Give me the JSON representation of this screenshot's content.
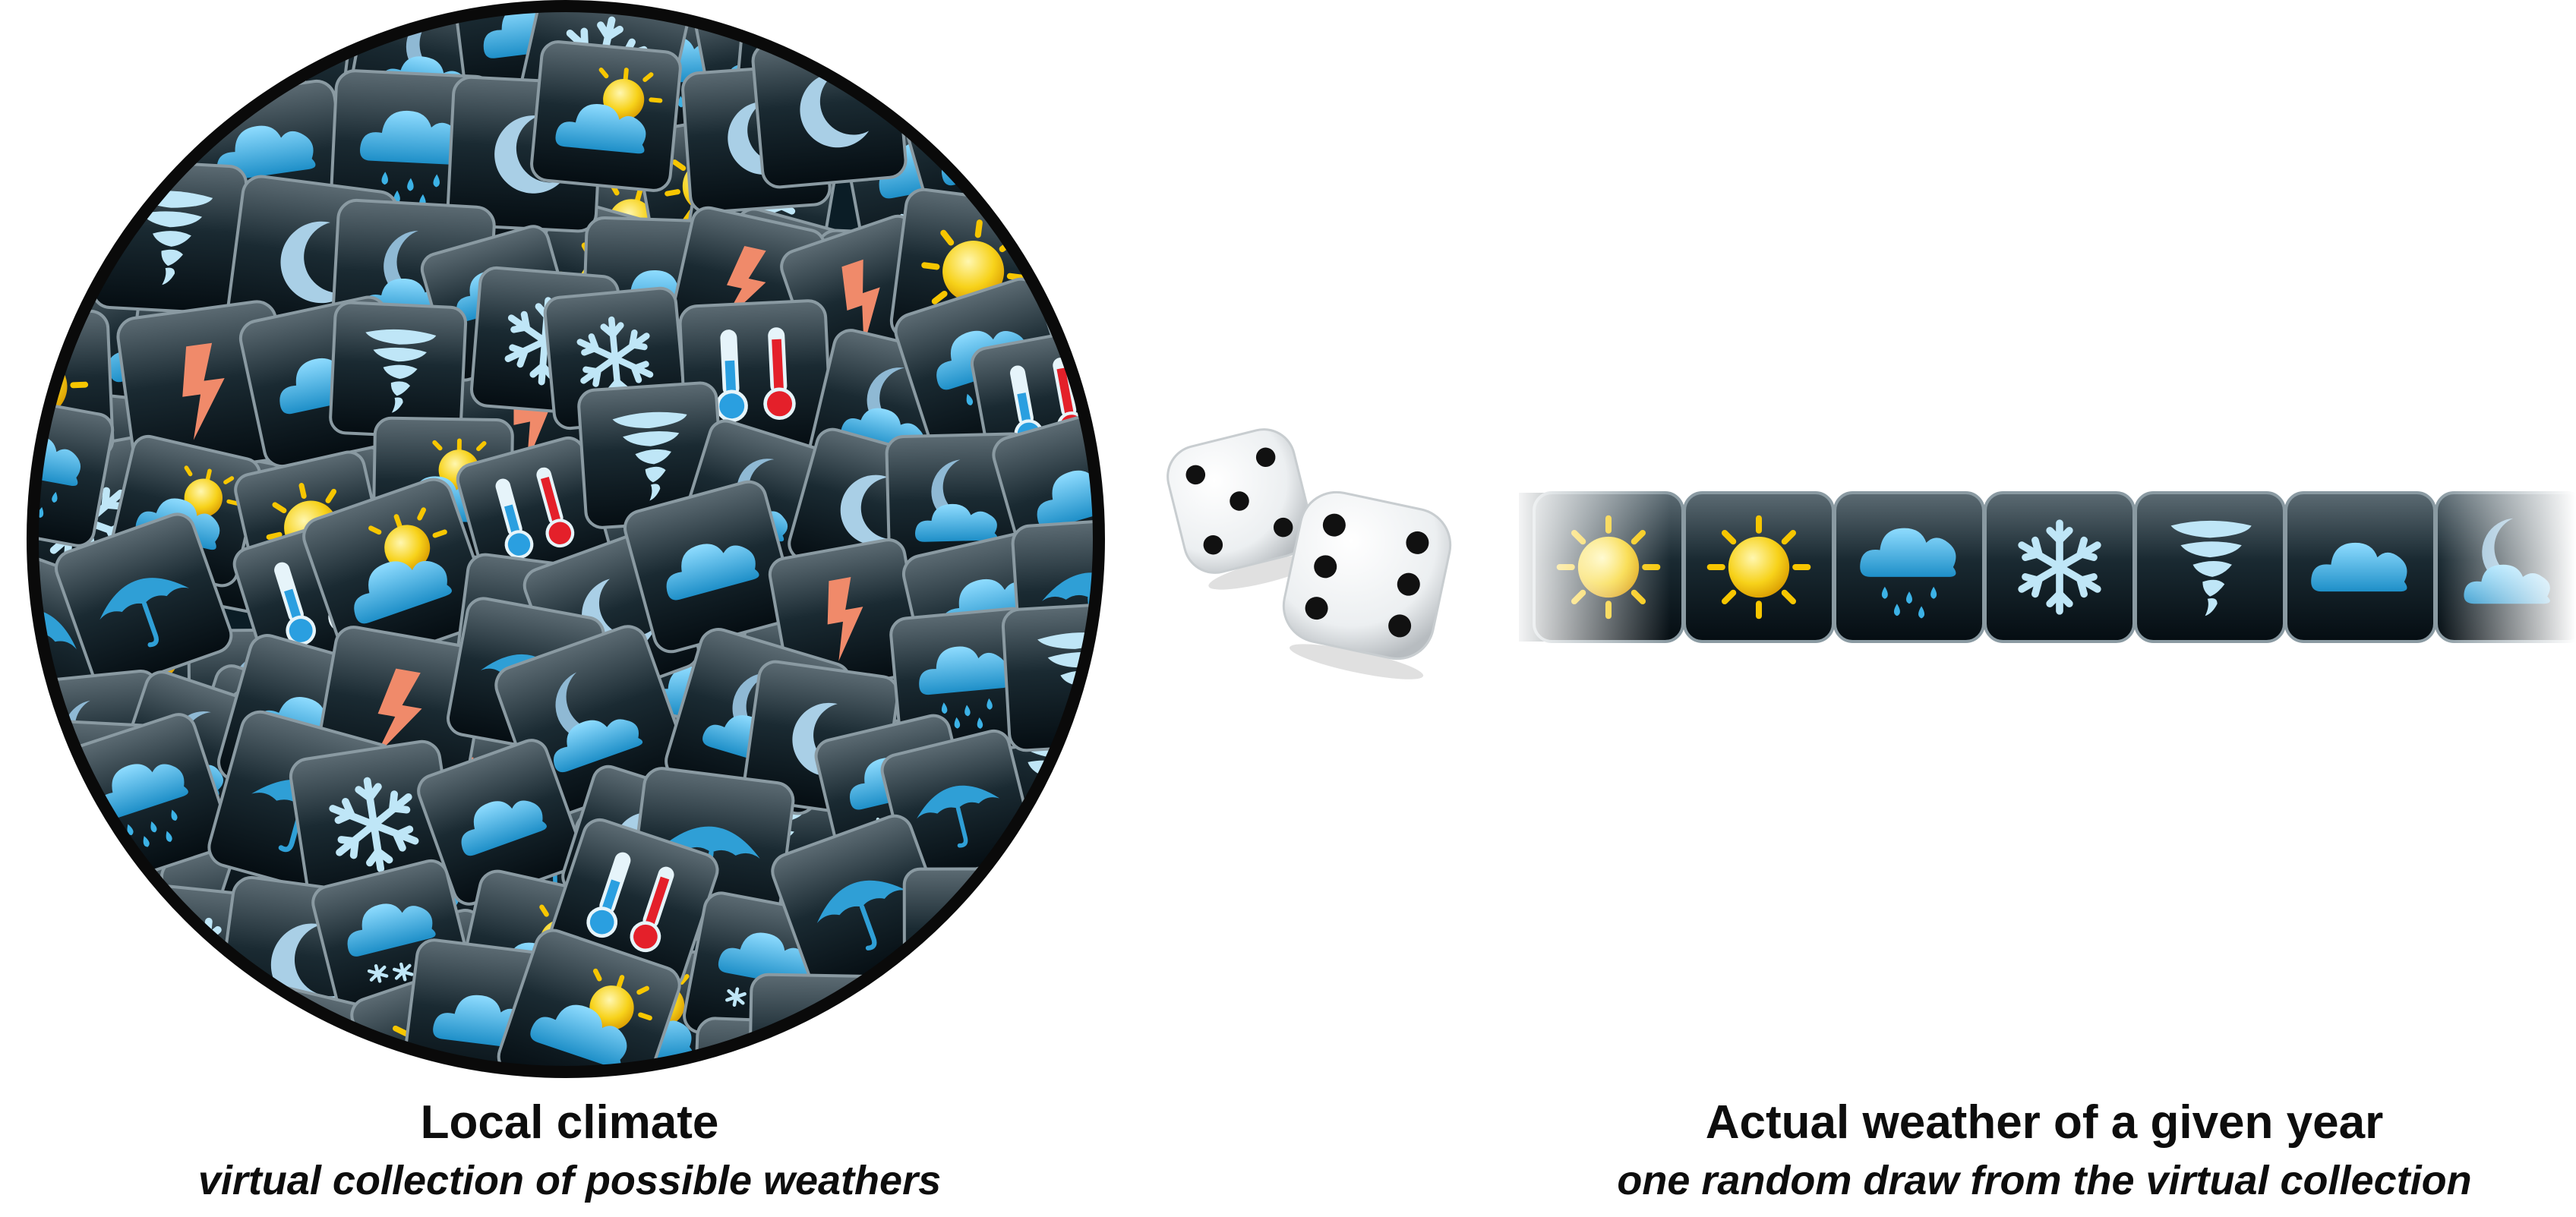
{
  "left_panel": {
    "title": "Local climate",
    "subtitle": "virtual collection of possible weathers",
    "tile_icons": [
      "sun-icon",
      "moon-icon",
      "cloud-icon",
      "rain-cloud-icon",
      "snow-cloud-icon",
      "snowflake-icon",
      "umbrella-icon",
      "thermometer-icon",
      "lightning-icon",
      "tornado-icon",
      "sun-cloud-icon",
      "moon-cloud-icon"
    ]
  },
  "dice": {
    "die_1_face": 5,
    "die_2_face": 6
  },
  "right_panel": {
    "title": "Actual weather of a given year",
    "subtitle": "one random draw from the virtual collection",
    "sequence": [
      "sun-icon",
      "sun-icon",
      "rain-cloud-icon",
      "snowflake-icon",
      "tornado-icon",
      "cloud-icon",
      "moon-snow-icon"
    ]
  },
  "colors": {
    "tile_dark": "#0a1a22",
    "tile_border": "#8a9aa2",
    "cloud_blue": "#3cb2e6",
    "sun_yellow": "#f5c400",
    "ice_blue": "#bfe6f7",
    "thermo_red": "#e4202a",
    "circle_edge": "#0a0a0a"
  }
}
